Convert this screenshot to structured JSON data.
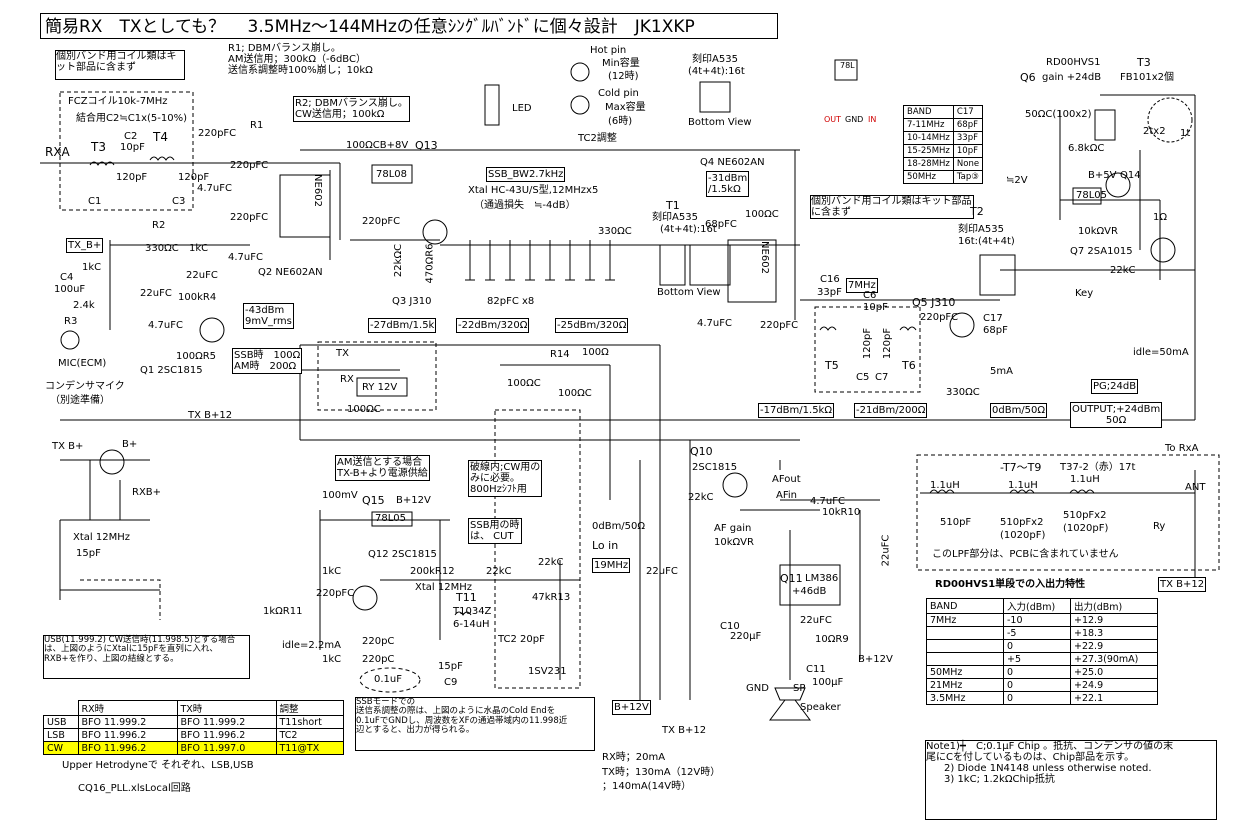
{
  "title": "簡易RX　TXとしても？　 3.5MHz～144MHzの任意ｼﾝｸﾞﾙﾊﾞﾝﾄﾞに個々設計　JK1XKP",
  "notes": {
    "coil_note": "個別バンド用コイル類はキット部品に含まず",
    "coil_note2": "個別バンド用コイル類はキット部品に含まず",
    "r1_note": "R1; DBMバランス崩し。\nAM送信用；300kΩ（-6dBC）\n送信系調整時100%崩し；10kΩ",
    "r2_note": "R2; DBMバランス崩し。\nCW送信用；100kΩ",
    "fcz": "FCZコイル10k-7MHz",
    "coupling": "結合用C2≒C1x(5-10%)",
    "ssb_bw": "SSB_BW2.7kHz",
    "xtal_filter": "Xtal HC-43U/S型,12MHzx5",
    "pass_loss": "（通過損失　≒-4dB）",
    "am_note": "AM送信とする場合\nTX-B+より電源供給",
    "cw_note": "破線内;CW用の\nみに必要。\n800Hzｼﾌﾄ用",
    "ssb_note": "SSB用の時\nは、 CUT",
    "usb_note": "USB(11.999.2) CW送信時(11.998.5)とする場合\nは、上図のようにXtalに15pFを直列に入れ、\nRXB+を作り、上図の結線とする。",
    "ssb_mode_note": "SSBモードでの\n送信系調整の際は、上図のように水晶のCold Endを\n0.1uFでGNDし、周波数をXFの通過帯域内の11.998近\n辺とすると、出力が得られる。",
    "lpf_note": "このLPF部分は、PCBに含まれていません",
    "upper": "Upper Hetrodyneで それぞれ、LSB,USB",
    "file": "CQ16_PLL.xlsLocal回路",
    "mic": "MIC(ECM)",
    "mic2": "コンデンサマイク",
    "mic3": "（別途準備）",
    "note1": "Note1)┿　C;0.1μF Chip 。抵抗、コンデンサの値の末\n尾にCを付しているものは、Chip部品を示す。",
    "note2": "2) Diode 1N4148 unless otherwise noted.",
    "note3": "3) 1kC; 1.2kΩChip抵抗",
    "rx_current": "RX時；20mA",
    "tx_current1": "TX時；130mA（12V時）",
    "tx_current2": "；140mA(14V時）",
    "idle50": "idle=50mA",
    "idle22": "idle=2.2mA"
  },
  "labels": {
    "rxa": "RXA",
    "t3a": "T3",
    "t4": "T4",
    "c2": "C2",
    "c2v": "10pF",
    "c1": "C1",
    "c1v": "120pF",
    "c3": "C3",
    "c3v": "120pF",
    "r1": "R1",
    "c220a": "220pFC",
    "c47a": "4.7uFC",
    "c220b": "220pFC",
    "c220c": "220pFC",
    "ne602a": "NE602",
    "q2": "Q2 NE602AN",
    "cb8v": "100ΩCB+8V",
    "q13": "Q13",
    "l78l08": "78L08",
    "c220d": "220pFC",
    "r22k": "22kΩC",
    "r470": "470ΩR6",
    "q3": "Q3 J310",
    "pf82": "82pFC x8",
    "lvl27": "-27dBm/1.5k",
    "lvl22": "-22dBm/320Ω",
    "lvl25": "-25dBm/320Ω",
    "c330": "330ΩC",
    "t1": "T1",
    "a535a": "刻印A535",
    "a535b": "(4t+4t):16t",
    "bv1": "Bottom View",
    "q4": "Q4 NE602AN",
    "lvl31a": "-31dBm",
    "lvl31b": "/1.5kΩ",
    "pf68": "68pFC",
    "r100c": "100ΩC",
    "ne602b": "NE602",
    "c47b": "4.7uFC",
    "c220e": "220pFC",
    "c16": "C16",
    "c16v": "33pF",
    "mhz7": "7MHz",
    "c6": "C6",
    "c6v": "10pF",
    "q5": "Q5 J310",
    "c220f": "220pFC",
    "c17": "C17",
    "c17v": "68pF",
    "t5": "T5",
    "t6": "T6",
    "c5": "C5",
    "c7": "C7",
    "pf120a": "120pF",
    "pf120b": "120pF",
    "ma5": "5mA",
    "r330c": "330ΩC",
    "lvl17": "-17dBm/1.5kΩ",
    "lvl21": "-21dBm/200Ω",
    "lvl0": "0dBm/50Ω",
    "t2": "T2",
    "a535c": "刻印A535",
    "a535d": "16t:(4t+4t)",
    "rd00": "RD00HVS1",
    "q6": "Q6",
    "gain24": "gain +24dB",
    "t3b": "T3",
    "fb101": "FB101x2個",
    "c50": "50ΩC(100x2)",
    "tx2": "2tx2",
    "t1t": "1t",
    "r68k": "6.8kΩC",
    "b5v": "B+5V",
    "q14": "Q14",
    "l78l05a": "78L05",
    "v2": "≒2V",
    "r10kvr": "10kΩVR",
    "q7": "Q7 2SA1015",
    "r22kc": "22kC",
    "key": "Key",
    "r1k": "1Ω",
    "pg": "PG;24dB",
    "output": "OUTPUT;+24dBm",
    "ohm50": "50Ω",
    "txb": "TX_B+",
    "c4": "C4",
    "c4v": "100uF",
    "r2": "R2",
    "r330": "330ΩC",
    "r1kc": "1kC",
    "c22a": "22uFC",
    "c22b": "22uFC",
    "c47c": "4.7uFC",
    "r1k2": "1kC",
    "r24k": "2.4k",
    "r3": "R3",
    "r100k": "100kR4",
    "c47d": "4.7uFC",
    "lvl43": "-43dBm",
    "lvl9": "9mV_rms",
    "r100r5": "100ΩR5",
    "q1": "Q1 2SC1815",
    "ssb100": "SSB時　100Ω",
    "am200": "AM時　200Ω",
    "tx": "TX",
    "rx": "RX",
    "ry12": "RY 12V",
    "r14": "R14",
    "r100": "100Ω",
    "r100c2": "100ΩC",
    "r100c3": "100ΩC",
    "r100c4": "100ΩC",
    "txb12": "TX B+12",
    "txbp": "TX B+",
    "bp": "B+",
    "rxbp": "RXB+",
    "xtal12": "Xtal 12MHz",
    "pf15": "15pF",
    "mv100": "100mV",
    "q15": "Q15",
    "b12v": "B+12V",
    "l78l05b": "78L05",
    "q12": "Q12 2SC1815",
    "r200k": "200kR12",
    "xtal12b": "Xtal 12MHz",
    "r1ka": "1kC",
    "pf220a": "220pFC",
    "r11": "1kΩR11",
    "pf220b": "220pC",
    "pf220c": "220pC",
    "r1kb": "1kC",
    "t11": "T11",
    "t1034": "T1034Z",
    "uh614": "6-14uH",
    "r22kc2": "22kC",
    "r22kc3": "22kC",
    "r47k": "47kR13",
    "tc2": "TC2 20pF",
    "sv231": "1SV231",
    "pf15b": "15pF",
    "c9": "C9",
    "uf01": "0.1uF",
    "lvl0b": "0dBm/50Ω",
    "loin": "Lo in",
    "mhz19": "19MHz",
    "c22c": "22uFC",
    "q10": "Q10",
    "q10t": "2SC1815",
    "afout": "AFout",
    "afin": "AFin",
    "r22kc4": "22kC",
    "afgain": "AF gain",
    "vr10k": "10kΩVR",
    "c47e": "4.7uFC",
    "r10k10": "10kR10",
    "q11": "Q11",
    "lm386": "LM386",
    "db46": "+46dB",
    "c22d": "22uFC",
    "c22e": "22uFC",
    "c10": "C10",
    "c220u": "220μF",
    "c11": "C11",
    "c100u": "100μF",
    "r9": "10ΩR9",
    "b12b": "B+12V",
    "gnd": "GND",
    "sp": "SP",
    "speaker": "Speaker",
    "bp12v": "B+12V",
    "txb12b": "TX B+12",
    "t79": "-T7～T9",
    "t372": "T37-2（赤）17t",
    "torx": "To RxA",
    "ant": "ANT",
    "ry": "Ry",
    "uh11a": "1.1uH",
    "uh11b": "1.1uH",
    "uh11c": "1.1uH",
    "pf510a": "510pF",
    "pf510b": "510pFx2",
    "pf1020a": "(1020pF)",
    "pf510c": "510pFx2",
    "pf1020b": "(1020pF)",
    "txb12c": "TX B+12",
    "hot": "Hot pin",
    "mincap": "Min容量",
    "h12": "(12時)",
    "cold": "Cold pin",
    "maxcap": "Max容量",
    "h6": "(6時)",
    "tc2adj": "TC2調整",
    "led": "LED",
    "a535e": "刻印A535",
    "a535f": "(4t+4t):16t",
    "bv2": "Bottom View",
    "l78": "78L",
    "out": "OUT",
    "gnd2": "GND",
    "in": "IN"
  },
  "band_table": {
    "headers": [
      "BAND",
      "C17"
    ],
    "rows": [
      [
        "7-11MHz",
        "68pF"
      ],
      [
        "10-14MHz",
        "33pF"
      ],
      [
        "15-25MHz",
        "10pF"
      ],
      [
        "18-28MHz",
        "None"
      ],
      [
        "50MHz",
        "Tap③"
      ]
    ]
  },
  "rd_table": {
    "title": "RD00HVS1単段での入出力特性",
    "headers": [
      "BAND",
      "入力(dBm)",
      "出力(dBm)"
    ],
    "rows": [
      [
        "7MHz",
        "-10",
        "+12.9"
      ],
      [
        "",
        "-5",
        "+18.3"
      ],
      [
        "",
        "0",
        "+22.9"
      ],
      [
        "",
        "+5",
        "+27.3(90mA)"
      ],
      [
        "50MHz",
        "0",
        "+25.0"
      ],
      [
        "21MHz",
        "0",
        "+24.9"
      ],
      [
        "3.5MHz",
        "0",
        "+22.1"
      ]
    ]
  },
  "bfo_table": {
    "headers": [
      "",
      "RX時",
      "TX時",
      "調整"
    ],
    "rows": [
      [
        "USB",
        "BFO  11.999.2",
        "BFO  11.999.2",
        "T11short"
      ],
      [
        "LSB",
        "BFO  11.996.2",
        "BFO  11.996.2",
        "TC2"
      ],
      [
        "CW",
        "BFO  11.996.2",
        "BFO  11.997.0",
        "T11@TX"
      ]
    ]
  }
}
